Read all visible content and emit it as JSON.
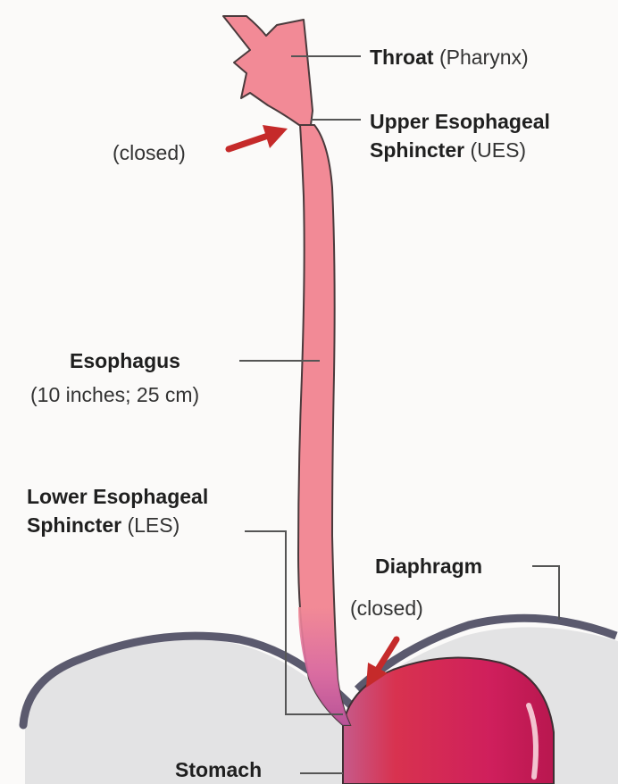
{
  "labels": {
    "throat": {
      "bold": "Throat",
      "normal": "(Pharynx)"
    },
    "ues": {
      "line1_bold": "Upper Esophageal",
      "line2_bold": "Sphincter",
      "line2_normal": "(UES)"
    },
    "ues_state": "(closed)",
    "esophagus": {
      "bold": "Esophagus",
      "detail": "(10 inches; 25 cm)"
    },
    "les": {
      "line1_bold": "Lower Esophageal",
      "line2_bold": "Sphincter",
      "line2_normal": "(LES)"
    },
    "diaphragm": "Diaphragm",
    "les_state": "(closed)",
    "stomach": "Stomach"
  },
  "colors": {
    "esophagus": "#f28a96",
    "esophagus_outline": "#4a3a3c",
    "les_region": "#c95aa0",
    "stomach": "#cf1f5c",
    "stomach_highlight": "#f2c3cf",
    "diaphragm": "#5b5a6e",
    "body_cavity": "#e3e3e4",
    "arrow": "#c52a2a",
    "leader_line": "#555555"
  }
}
